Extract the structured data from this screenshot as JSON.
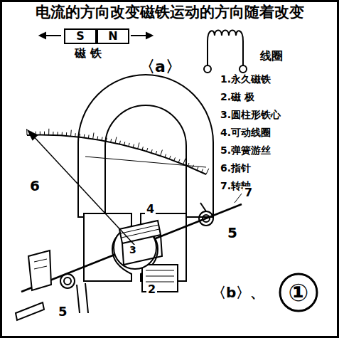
{
  "diagram": {
    "title": "电流的方向改变磁铁运动的方向随着改变",
    "nodes": [
      {
        "text": [
          "S"
        ]
      },
      {
        "text": [
          "N"
        ]
      },
      {
        "text": [
          "①"
        ]
      }
    ],
    "labels": [
      "〈a〉",
      "磁 铁",
      "线圈",
      "1.永久磁铁",
      "2.磁 极",
      "3.圆柱形铁心",
      "4.可动线圈",
      "5.弹簧游丝",
      "6.指针",
      "7.转轴",
      "6",
      "4",
      "3",
      "2",
      "7",
      "5",
      "5",
      "〈b〉、"
    ]
  }
}
